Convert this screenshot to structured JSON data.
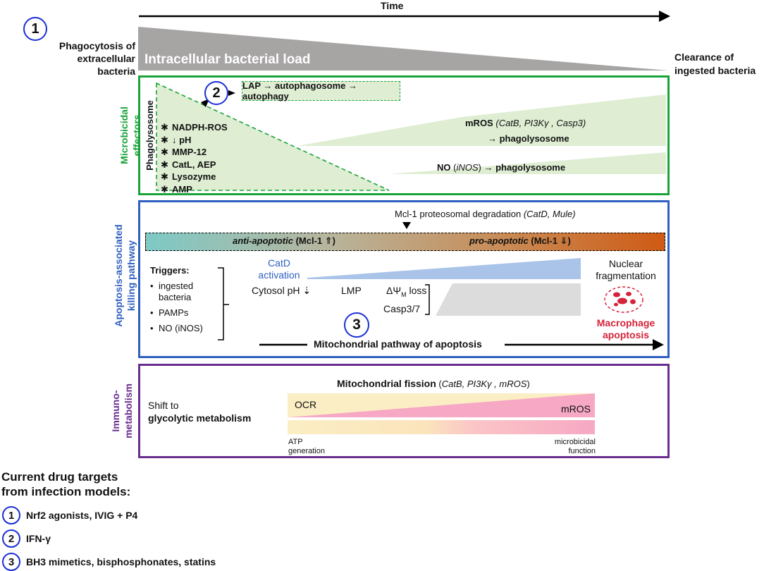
{
  "header": {
    "time_label": "Time",
    "circle1": "1",
    "phagocytosis_line1": "Phagocytosis of",
    "phagocytosis_line2": "extracellular bacteria",
    "load_label": "Intracellular bacterial load",
    "clearance_line1": "Clearance of",
    "clearance_line2": "ingested bacteria"
  },
  "microbicidal": {
    "side_label_line1": "Microbicidal",
    "side_label_line2": "effectors",
    "circle2": "2",
    "lap_text": "LAP → autophagosome → autophagy",
    "phagolysosome_label": "Phagolysosome",
    "effectors": [
      "NADPH-ROS",
      "↓ pH",
      "MMP-12",
      "CatL, AEP",
      "Lysozyme",
      "AMP"
    ],
    "effector_bullet": "✱",
    "mros_bold": "mROS",
    "mros_italic": "(CatB, PI3Kγ , Casp3)",
    "mros_line2": "→ phagolysosome",
    "no_bold": "NO",
    "no_italic": "iNOS",
    "no_rest": "→ phagolysosome"
  },
  "apoptosis": {
    "side_label_line1": "Apoptosis-associated",
    "side_label_line2": "killing pathway",
    "mcl1_text": "Mcl-1 proteosomal degradation",
    "mcl1_italic": "(CatD, Mule)",
    "anti_label": "anti-apoptotic",
    "anti_suffix": "(Mcl-1 ⇑)",
    "pro_label": "pro-apoptotic",
    "pro_suffix": "(Mcl-1 ⇓)",
    "triggers_title": "Triggers:",
    "triggers": [
      "ingested bacteria",
      "PAMPs",
      "NO (iNOS)"
    ],
    "catd_line1": "CatD",
    "catd_line2": "activation",
    "cytosol": "Cytosol pH ⇣",
    "lmp": "LMP",
    "dpsi": "ΔΨ",
    "dpsi_sub": "M",
    "dpsi_rest": " loss",
    "casp": "Casp3/7",
    "nuclear_line1": "Nuclear",
    "nuclear_line2": "fragmentation",
    "macro_line1": "Macrophage",
    "macro_line2": "apoptosis",
    "circle3": "3",
    "mito_pathway": "Mitochondrial pathway of apoptosis"
  },
  "immuno": {
    "side_label_line1": "Immuno-",
    "side_label_line2": "metabolism",
    "fission_bold": "Mitochondrial fission",
    "fission_italic": "CatB, PI3Kγ , mROS",
    "shift_line1": "Shift to",
    "shift_line2": "glycolytic metabolism",
    "ocr": "OCR",
    "mros": "mROS",
    "atp_line1": "ATP",
    "atp_line2": "generation",
    "micro_line1": "microbicidal",
    "micro_line2": "function"
  },
  "drugs": {
    "title_line1": "Current drug targets",
    "title_line2": "from infection models:",
    "items": [
      {
        "num": "1",
        "text": "Nrf2 agonists, IVIG + P4"
      },
      {
        "num": "2",
        "text": "IFN-γ"
      },
      {
        "num": "3",
        "text": "BH3 mimetics, bisphosphonates, statins"
      }
    ]
  },
  "colors": {
    "green": "#1aa33a",
    "blue": "#2f5fc0",
    "purple": "#6a2d91",
    "circle_blue": "#1a2fd6",
    "red": "#d4233a",
    "light_green": "#dfeed3",
    "load_gray": "#a7a4a4"
  }
}
